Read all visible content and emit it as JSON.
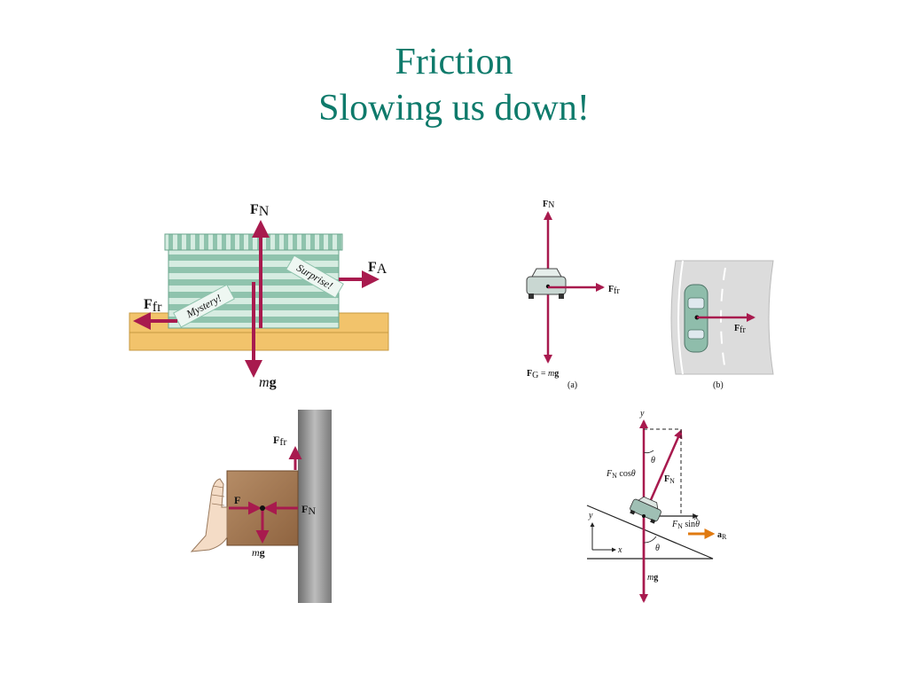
{
  "slide": {
    "title_line1": "Friction",
    "title_line2": "Slowing us down!"
  },
  "colors": {
    "title": "#0e7a6b",
    "arrow": "#a81a4e",
    "floor": "#f2c36b",
    "box_stripe_light": "#d6ece1",
    "box_stripe_dark": "#8fc3ad",
    "crate": "#a87a53",
    "wall": "#8a8a8a",
    "road": "#dcdcdc",
    "car": "#8fbdab",
    "accel_arrow": "#e07a10"
  },
  "figures": {
    "box": {
      "fn_main": "F",
      "fn_sub": "N",
      "fa_main": "F",
      "fa_sub": "A",
      "ffr_main": "F",
      "ffr_sub": "fr",
      "mg_m": "m",
      "mg_g": "g",
      "banner_left": "Mystery!",
      "banner_right": "Surprise!"
    },
    "car_top": {
      "fn_main": "F",
      "fn_sub": "N",
      "ffr_main": "F",
      "ffr_sub": "fr",
      "fg_main": "F",
      "fg_sub": "G",
      "fg_eq": " = ",
      "fg_m": "m",
      "fg_g": "g",
      "panel_a": "(a)",
      "panel_b": "(b)",
      "ffr2_main": "F",
      "ffr2_sub": "fr"
    },
    "wall": {
      "ffr_main": "F",
      "ffr_sub": "fr",
      "f_label": "F",
      "fn_main": "F",
      "fn_sub": "N",
      "mg_m": "m",
      "mg_g": "g"
    },
    "incline": {
      "y_axis": "y",
      "x_axis": "x",
      "y_small": "y",
      "x_small": "x",
      "theta_top": "θ",
      "theta_bottom": "θ",
      "fn_cos_main": "F",
      "fn_cos_sub": "N",
      "fn_cos_rest": " cos",
      "fn_cos_theta": "θ",
      "fn_main": "F",
      "fn_sub": "N",
      "fn_sin_main": "F",
      "fn_sin_sub": "N",
      "fn_sin_rest": " sin",
      "fn_sin_theta": "θ",
      "ar_main": "a",
      "ar_sub": "R",
      "mg_m": "m",
      "mg_g": "g"
    }
  }
}
